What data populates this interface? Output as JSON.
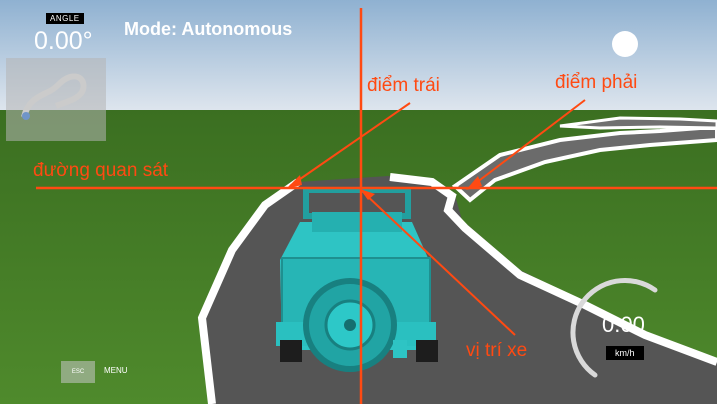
{
  "hud": {
    "angle_badge": "ANGLE",
    "angle_value": "0.00°",
    "mode": "Mode: Autonomous",
    "esc_label": "ESC",
    "menu_label": "MENU",
    "speed_value": "0.00",
    "speed_unit": "km/h"
  },
  "annotations": {
    "left_point": "điểm trái",
    "right_point": "điểm phải",
    "observation_line": "đường quan sát",
    "car_position": "vị trí xe"
  },
  "colors": {
    "annotation": "#ff4a12",
    "vehicle": "#2ec4c4",
    "sky": "#c9d7e6",
    "grass": "#3f7a22",
    "road": "#555555"
  }
}
